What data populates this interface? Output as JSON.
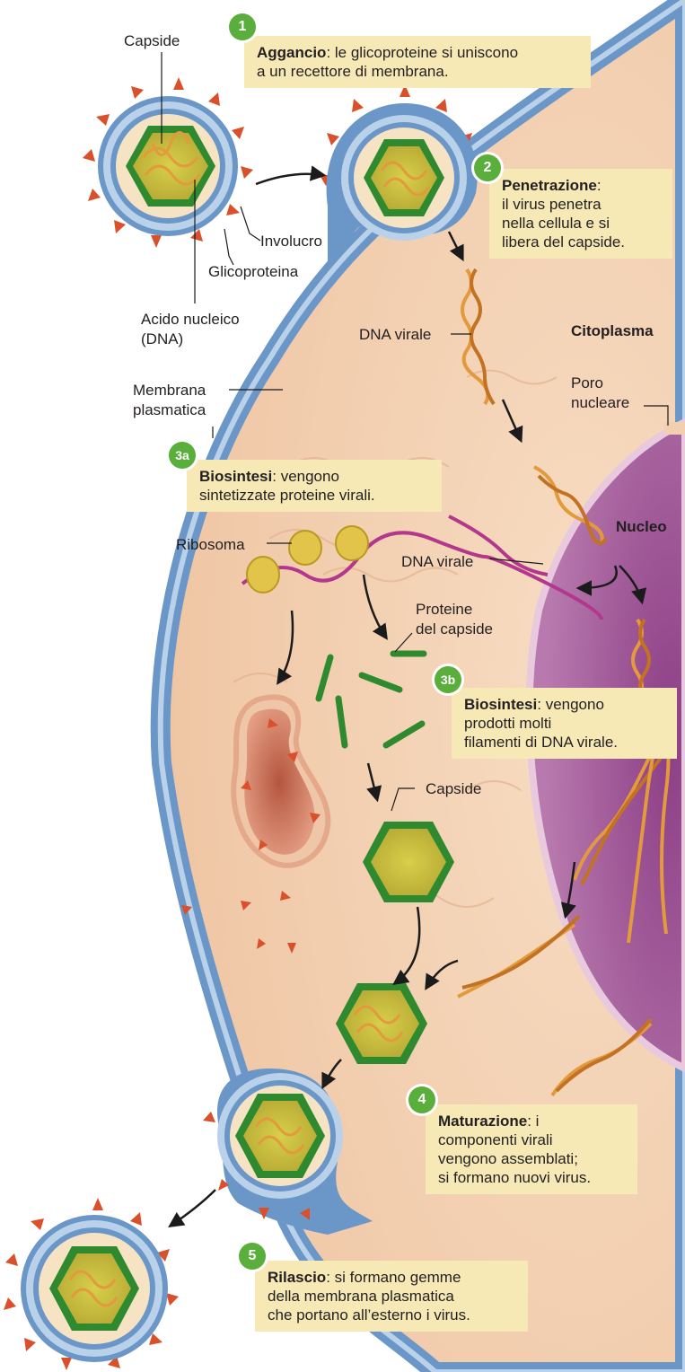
{
  "labels": {
    "capsid_top": "Capside",
    "envelope": "Involucro",
    "glycoprotein": "Glicoproteina",
    "nucleic_acid_1": "Acido nucleico",
    "nucleic_acid_2": "(DNA)",
    "membrane_1": "Membrana",
    "membrane_2": "plasmatica",
    "viral_dna_1": "DNA virale",
    "cytoplasm": "Citoplasma",
    "pore_1": "Poro",
    "pore_2": "nucleare",
    "nucleus": "Nucleo",
    "ribosome": "Ribosoma",
    "viral_dna_2": "DNA virale",
    "capsid_proteins_1": "Proteine",
    "capsid_proteins_2": "del capside",
    "capsid_mid": "Capside"
  },
  "steps": [
    {
      "num": "1",
      "key": "Aggancio",
      "line1": ": le glicoproteine si uniscono",
      "line2": "a un recettore di membrana.",
      "line3": "",
      "line4": ""
    },
    {
      "num": "2",
      "key": "Penetrazione",
      "line1": ":",
      "line2": "il virus penetra",
      "line3": "nella cellula e si",
      "line4": "libera del capside."
    },
    {
      "num": "3a",
      "key": "Biosintesi",
      "line1": ": vengono",
      "line2": "sintetizzate proteine virali.",
      "line3": "",
      "line4": ""
    },
    {
      "num": "3b",
      "key": "Biosintesi",
      "line1": ": vengono",
      "line2": "prodotti molti",
      "line3": "filamenti di DNA virale.",
      "line4": ""
    },
    {
      "num": "4",
      "key": "Maturazione",
      "line1": ": i",
      "line2": "componenti virali",
      "line3": "vengono assemblati;",
      "line4": "si formano nuovi virus."
    },
    {
      "num": "5",
      "key": "Rilascio",
      "line1": ": si formano gemme",
      "line2": "della membrana plasmatica",
      "line3": "che portano all’esterno i virus.",
      "line4": ""
    }
  ],
  "colors": {
    "cytoplasm": "#f2cfb0",
    "membrane_blue": "#6b96c8",
    "nucleus": "#a65d9c",
    "capsid_green": "#2f8a2f",
    "dna_orange": "#e39a3c",
    "badge_green": "#5aae3b",
    "box_yellow": "#f6e9b6",
    "spike_red": "#d9502b"
  }
}
